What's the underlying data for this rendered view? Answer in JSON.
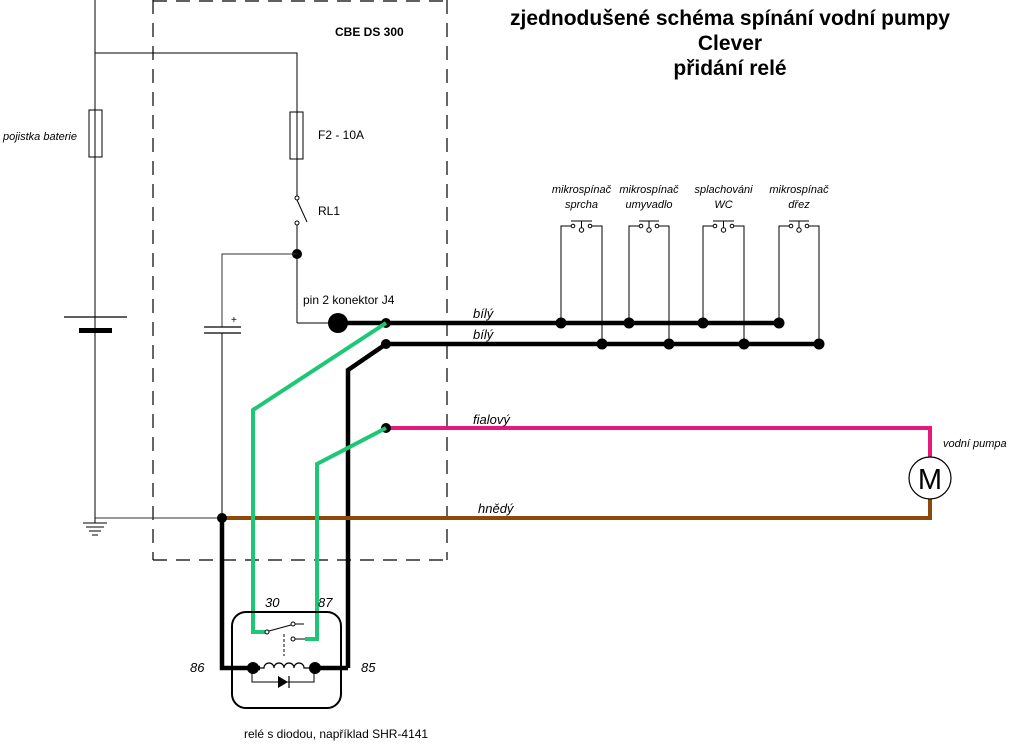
{
  "title": {
    "line1": "zjednodušené schéma spínání vodní pumpy",
    "line2": "Clever",
    "line3": "přidání relé"
  },
  "module": {
    "name": "CBE DS 300"
  },
  "components": {
    "battery_fuse": "pojistka baterie",
    "fuse_f2": "F2 - 10A",
    "relay_rl1": "RL1",
    "connector": "pin 2 konektor J4",
    "capacitor_plus": "+",
    "pump": "vodní pumpa",
    "motor_symbol": "M",
    "relay_caption": "relé s diodou, například SHR-4141"
  },
  "switches": [
    {
      "line1": "mikrospínač",
      "line2": "sprcha"
    },
    {
      "line1": "mikrospínač",
      "line2": "umyvadlo"
    },
    {
      "line1": "splachováni",
      "line2": "WC"
    },
    {
      "line1": "mikrospínač",
      "line2": "dřez"
    }
  ],
  "wires": {
    "white1": {
      "label": "bílý",
      "color": "#000000"
    },
    "white2": {
      "label": "bílý",
      "color": "#000000"
    },
    "violet": {
      "label": "fialový",
      "color": "#e8177d"
    },
    "brown": {
      "label": "hnědý",
      "color": "#8b4a0c"
    },
    "relay_link": {
      "color": "#1ec776"
    }
  },
  "relay_pins": {
    "p30": "30",
    "p87": "87",
    "p86": "86",
    "p85": "85"
  }
}
